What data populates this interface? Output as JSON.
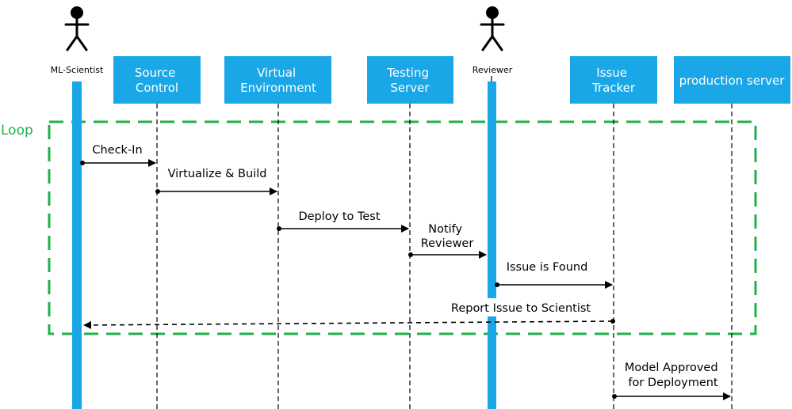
{
  "colors": {
    "box": "#1aa7e8",
    "lifeline_bar": "#1aa7e8",
    "loop": "#1fb24a",
    "line": "#000000"
  },
  "participants": [
    {
      "id": "ml_scientist",
      "kind": "actor",
      "label": "ML-Scientist"
    },
    {
      "id": "source_control",
      "kind": "box",
      "label_lines": [
        "Source",
        "Control"
      ]
    },
    {
      "id": "virtual_environment",
      "kind": "box",
      "label_lines": [
        "Virtual",
        "Environment"
      ]
    },
    {
      "id": "testing_server",
      "kind": "box",
      "label_lines": [
        "Testing",
        "Server"
      ]
    },
    {
      "id": "reviewer",
      "kind": "actor",
      "label": "Reviewer"
    },
    {
      "id": "issue_tracker",
      "kind": "box",
      "label_lines": [
        "Issue",
        "Tracker"
      ]
    },
    {
      "id": "production_server",
      "kind": "box",
      "label_lines": [
        "production server"
      ]
    }
  ],
  "loop": {
    "label": "Loop"
  },
  "messages": [
    {
      "from": "ml_scientist",
      "to": "source_control",
      "label_lines": [
        "Check-In"
      ],
      "style": "solid"
    },
    {
      "from": "source_control",
      "to": "virtual_environment",
      "label_lines": [
        "Virtualize & Build"
      ],
      "style": "solid"
    },
    {
      "from": "virtual_environment",
      "to": "testing_server",
      "label_lines": [
        "Deploy to Test"
      ],
      "style": "solid"
    },
    {
      "from": "testing_server",
      "to": "reviewer",
      "label_lines": [
        "Notify",
        "Reviewer"
      ],
      "style": "solid"
    },
    {
      "from": "reviewer",
      "to": "issue_tracker",
      "label_lines": [
        "Issue is Found"
      ],
      "style": "solid"
    },
    {
      "from": "issue_tracker",
      "to": "ml_scientist",
      "label_lines": [
        "Report Issue to Scientist"
      ],
      "style": "dashed"
    },
    {
      "from": "issue_tracker",
      "to": "production_server",
      "label_lines": [
        "Model Approved",
        "for Deployment"
      ],
      "style": "solid"
    }
  ]
}
